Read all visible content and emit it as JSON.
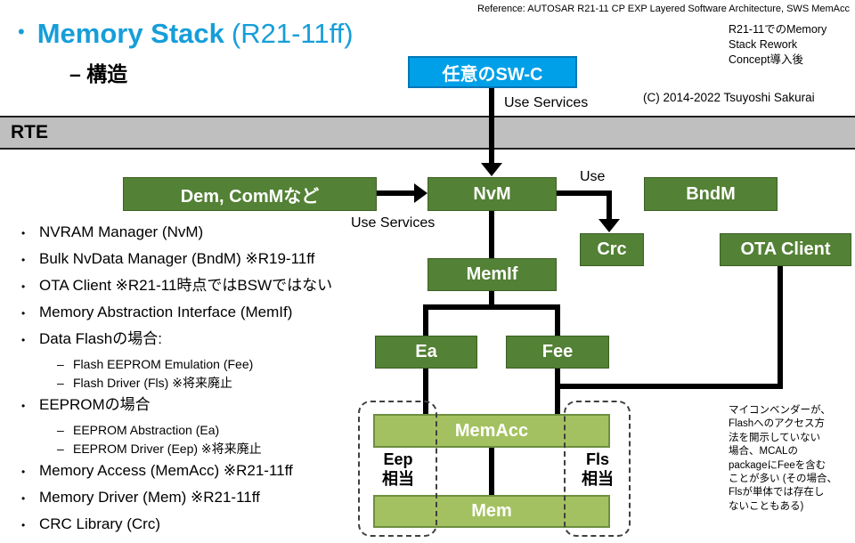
{
  "colors": {
    "accent_blue": "#00A0E9",
    "title_blue": "#169ED9",
    "box_green": "#538135",
    "box_light_green": "#A4C161",
    "rte_gray": "#BFBFBF"
  },
  "header": {
    "reference": "Reference: AUTOSAR R21-11 CP EXP Layered Software Architecture, SWS MemAcc",
    "title_bullet": "•",
    "title": "Memory Stack",
    "title_suffix": "(R21-11ff)",
    "subtitle": "– 構造",
    "rework_note": "R21-11でのMemory\nStack Rework\nConcept導入後",
    "copyright": "(C) 2014-2022  Tsuyoshi Sakurai"
  },
  "diagram": {
    "swc_box": "任意のSW-C",
    "rte_label": "RTE",
    "use_services_top": "Use Services",
    "use_services_left": "Use Services",
    "use_label": "Use",
    "boxes": {
      "dem": "Dem, ComMなど",
      "nvm": "NvM",
      "bndm": "BndM",
      "crc": "Crc",
      "ota_client": "OTA Client",
      "memif": "MemIf",
      "ea": "Ea",
      "fee": "Fee",
      "memacc": "MemAcc",
      "mem": "Mem"
    },
    "eep_label": "Eep\n相当",
    "fls_label": "Fls\n相当",
    "vendor_note": "マイコンベンダーが、\nFlashへのアクセス方\n法を開示していない\n場合、MCALの\npackageにFeeを含む\nことが多い (その場合、\nFlsが単体では存在し\nないこともある)"
  },
  "list": {
    "marker_main": "•",
    "marker_sub": "–",
    "items": [
      {
        "level": 1,
        "text": "NVRAM Manager (NvM)"
      },
      {
        "level": 1,
        "text": "Bulk NvData Manager (BndM) ※R19-11ff"
      },
      {
        "level": 1,
        "text": "OTA Client ※R21-11時点ではBSWではない"
      },
      {
        "level": 1,
        "text": "Memory Abstraction Interface (MemIf)"
      },
      {
        "level": 1,
        "text": "Data Flashの場合:"
      },
      {
        "level": 2,
        "text": "Flash EEPROM Emulation (Fee)"
      },
      {
        "level": 2,
        "text": "Flash Driver (Fls) ※将来廃止"
      },
      {
        "level": 1,
        "text": "EEPROMの場合"
      },
      {
        "level": 2,
        "text": "EEPROM Abstraction (Ea)"
      },
      {
        "level": 2,
        "text": "EEPROM Driver (Eep) ※将来廃止"
      },
      {
        "level": 1,
        "text": "Memory Access (MemAcc) ※R21-11ff"
      },
      {
        "level": 1,
        "text": "Memory Driver (Mem) ※R21-11ff"
      },
      {
        "level": 1,
        "text": "CRC Library (Crc)"
      }
    ]
  }
}
